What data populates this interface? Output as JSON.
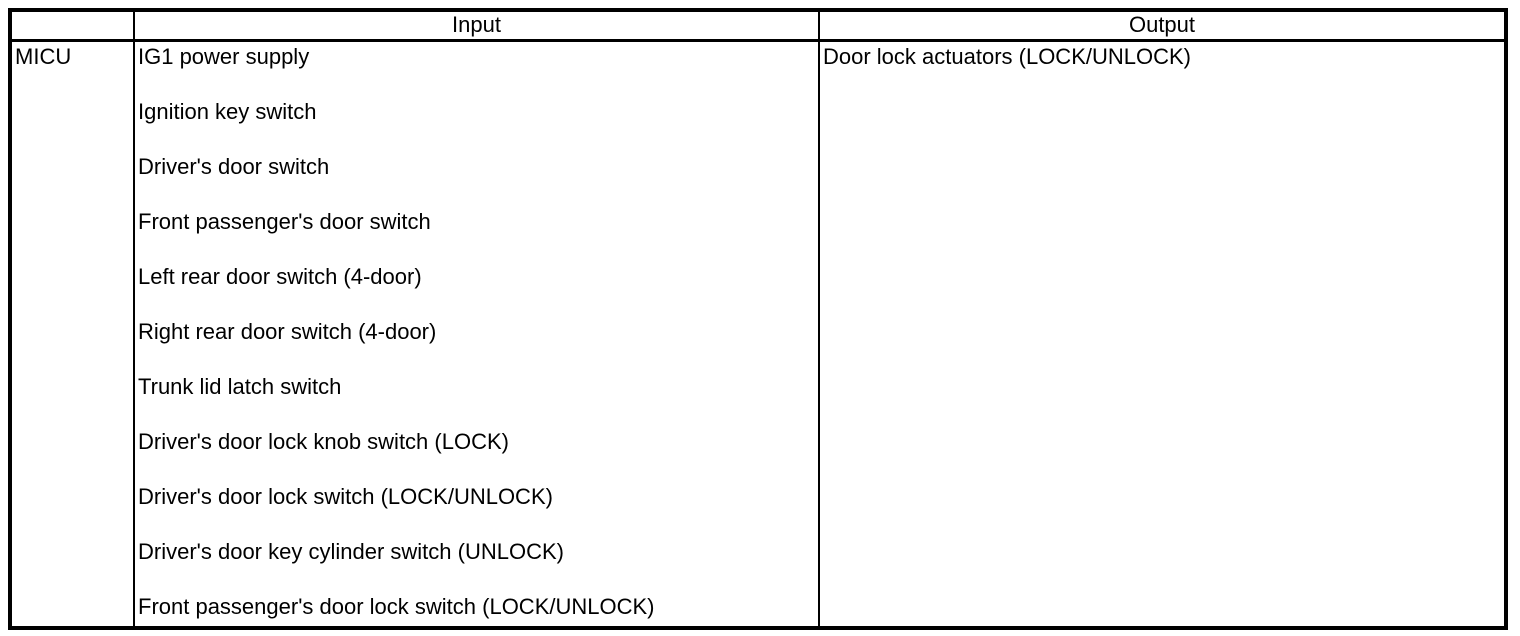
{
  "table": {
    "headers": {
      "component": "",
      "input": "Input",
      "output": "Output"
    },
    "rows": [
      {
        "component": "MICU",
        "inputs": [
          "IG1 power supply",
          "Ignition key switch",
          "Driver's door switch",
          "Front passenger's door switch",
          "Left rear door switch (4-door)",
          "Right rear door switch (4-door)",
          "Trunk lid latch switch",
          "Driver's door lock knob switch (LOCK)",
          "Driver's door lock switch (LOCK/UNLOCK)",
          "Driver's door key cylinder switch (UNLOCK)",
          "Front passenger's door lock switch (LOCK/UNLOCK)"
        ],
        "outputs": [
          "Door lock actuators (LOCK/UNLOCK)"
        ]
      }
    ]
  },
  "colors": {
    "border": "#000000",
    "background": "#ffffff",
    "text": "#000000"
  }
}
